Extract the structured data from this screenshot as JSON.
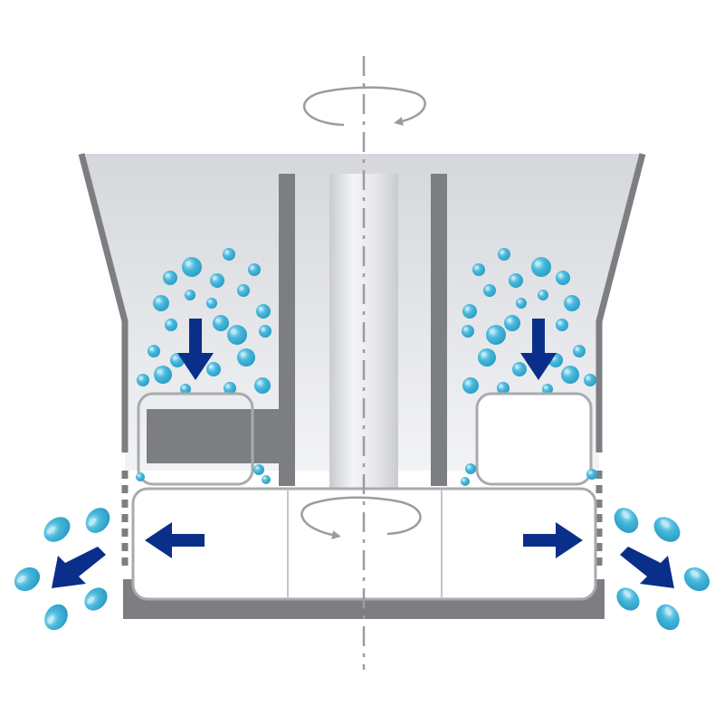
{
  "diagram": {
    "kind": "centrifugal-mixer-cross-section",
    "labels": [],
    "colors": {
      "background": "#ffffff",
      "housing_fill": "#e8e9ec",
      "housing_gradient_top": "#d5d7dc",
      "wall_gray": "#7c7e82",
      "shaft_light": "#f4f5f7",
      "shaft_shade": "#c9cbd0",
      "rotor_outline": "#a8aaae",
      "axis_dash": "#9a9ca0",
      "rotation_arrow": "#9a9ca0",
      "flow_arrow": "#0a2f8a",
      "bubble": "#48b8dc",
      "bubble_highlight": "#bfeaf7"
    },
    "icons": {
      "rotation": "rotation-arrow-icon",
      "flow": "flow-arrow-icon",
      "bubble": "bubble-icon",
      "droplet": "droplet-icon"
    },
    "rotation": {
      "top_direction": "clockwise-from-viewer",
      "rotor_direction": "same"
    },
    "flows": [
      {
        "name": "left-inflow",
        "direction": "down"
      },
      {
        "name": "right-inflow",
        "direction": "down"
      },
      {
        "name": "left-outflow",
        "direction": "left"
      },
      {
        "name": "right-outflow",
        "direction": "right"
      },
      {
        "name": "left-discharge",
        "direction": "down-left"
      },
      {
        "name": "right-discharge",
        "direction": "down-right"
      }
    ]
  }
}
